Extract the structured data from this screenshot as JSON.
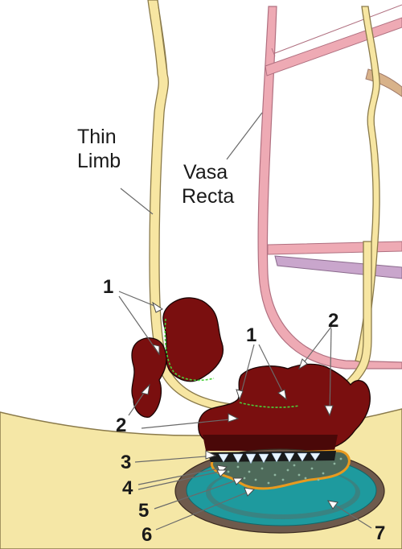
{
  "labels": {
    "thin_limb_1": "Thin",
    "thin_limb_2": "Limb",
    "vasa_recta_1": "Vasa",
    "vasa_recta_2": "Recta",
    "n1_left": "1",
    "n1_center": "1",
    "n2_left": "2",
    "n2_right": "2",
    "n3": "3",
    "n4": "4",
    "n5": "5",
    "n6": "6",
    "n7": "7"
  },
  "colors": {
    "tubule_fill": "#f7e6a2",
    "tubule_outline": "#8a7a4a",
    "vessel_fill": "#eeaab4",
    "vessel_cross": "#c9a6cc",
    "deposit": "#7a0f0f",
    "papilla": "#f5e7a6",
    "plaque_teal": "#1e9a9e",
    "plaque_brown": "#6e5a4c",
    "crystal_layer": "#4e6a5a",
    "orange_rim": "#e79a1f",
    "green_marker": "#4bd13a"
  }
}
